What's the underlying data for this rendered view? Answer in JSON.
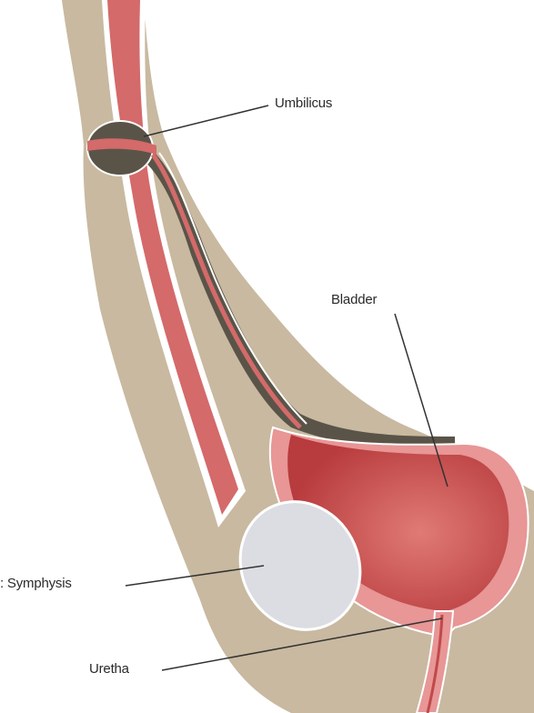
{
  "labels": {
    "umbilicus": "Umbilicus",
    "bladder": "Bladder",
    "symphysis": ": Symphysis",
    "urethra": "Uretha"
  },
  "colors": {
    "tissue": "#c8b9a0",
    "muscle": "#d46a6a",
    "muscle_outline": "#ffffff",
    "dark_layer": "#5a5448",
    "bladder_inner": "#c0494a",
    "bladder_wall": "#e89696",
    "bone": "#dcdde3",
    "leader_line": "#333333"
  }
}
